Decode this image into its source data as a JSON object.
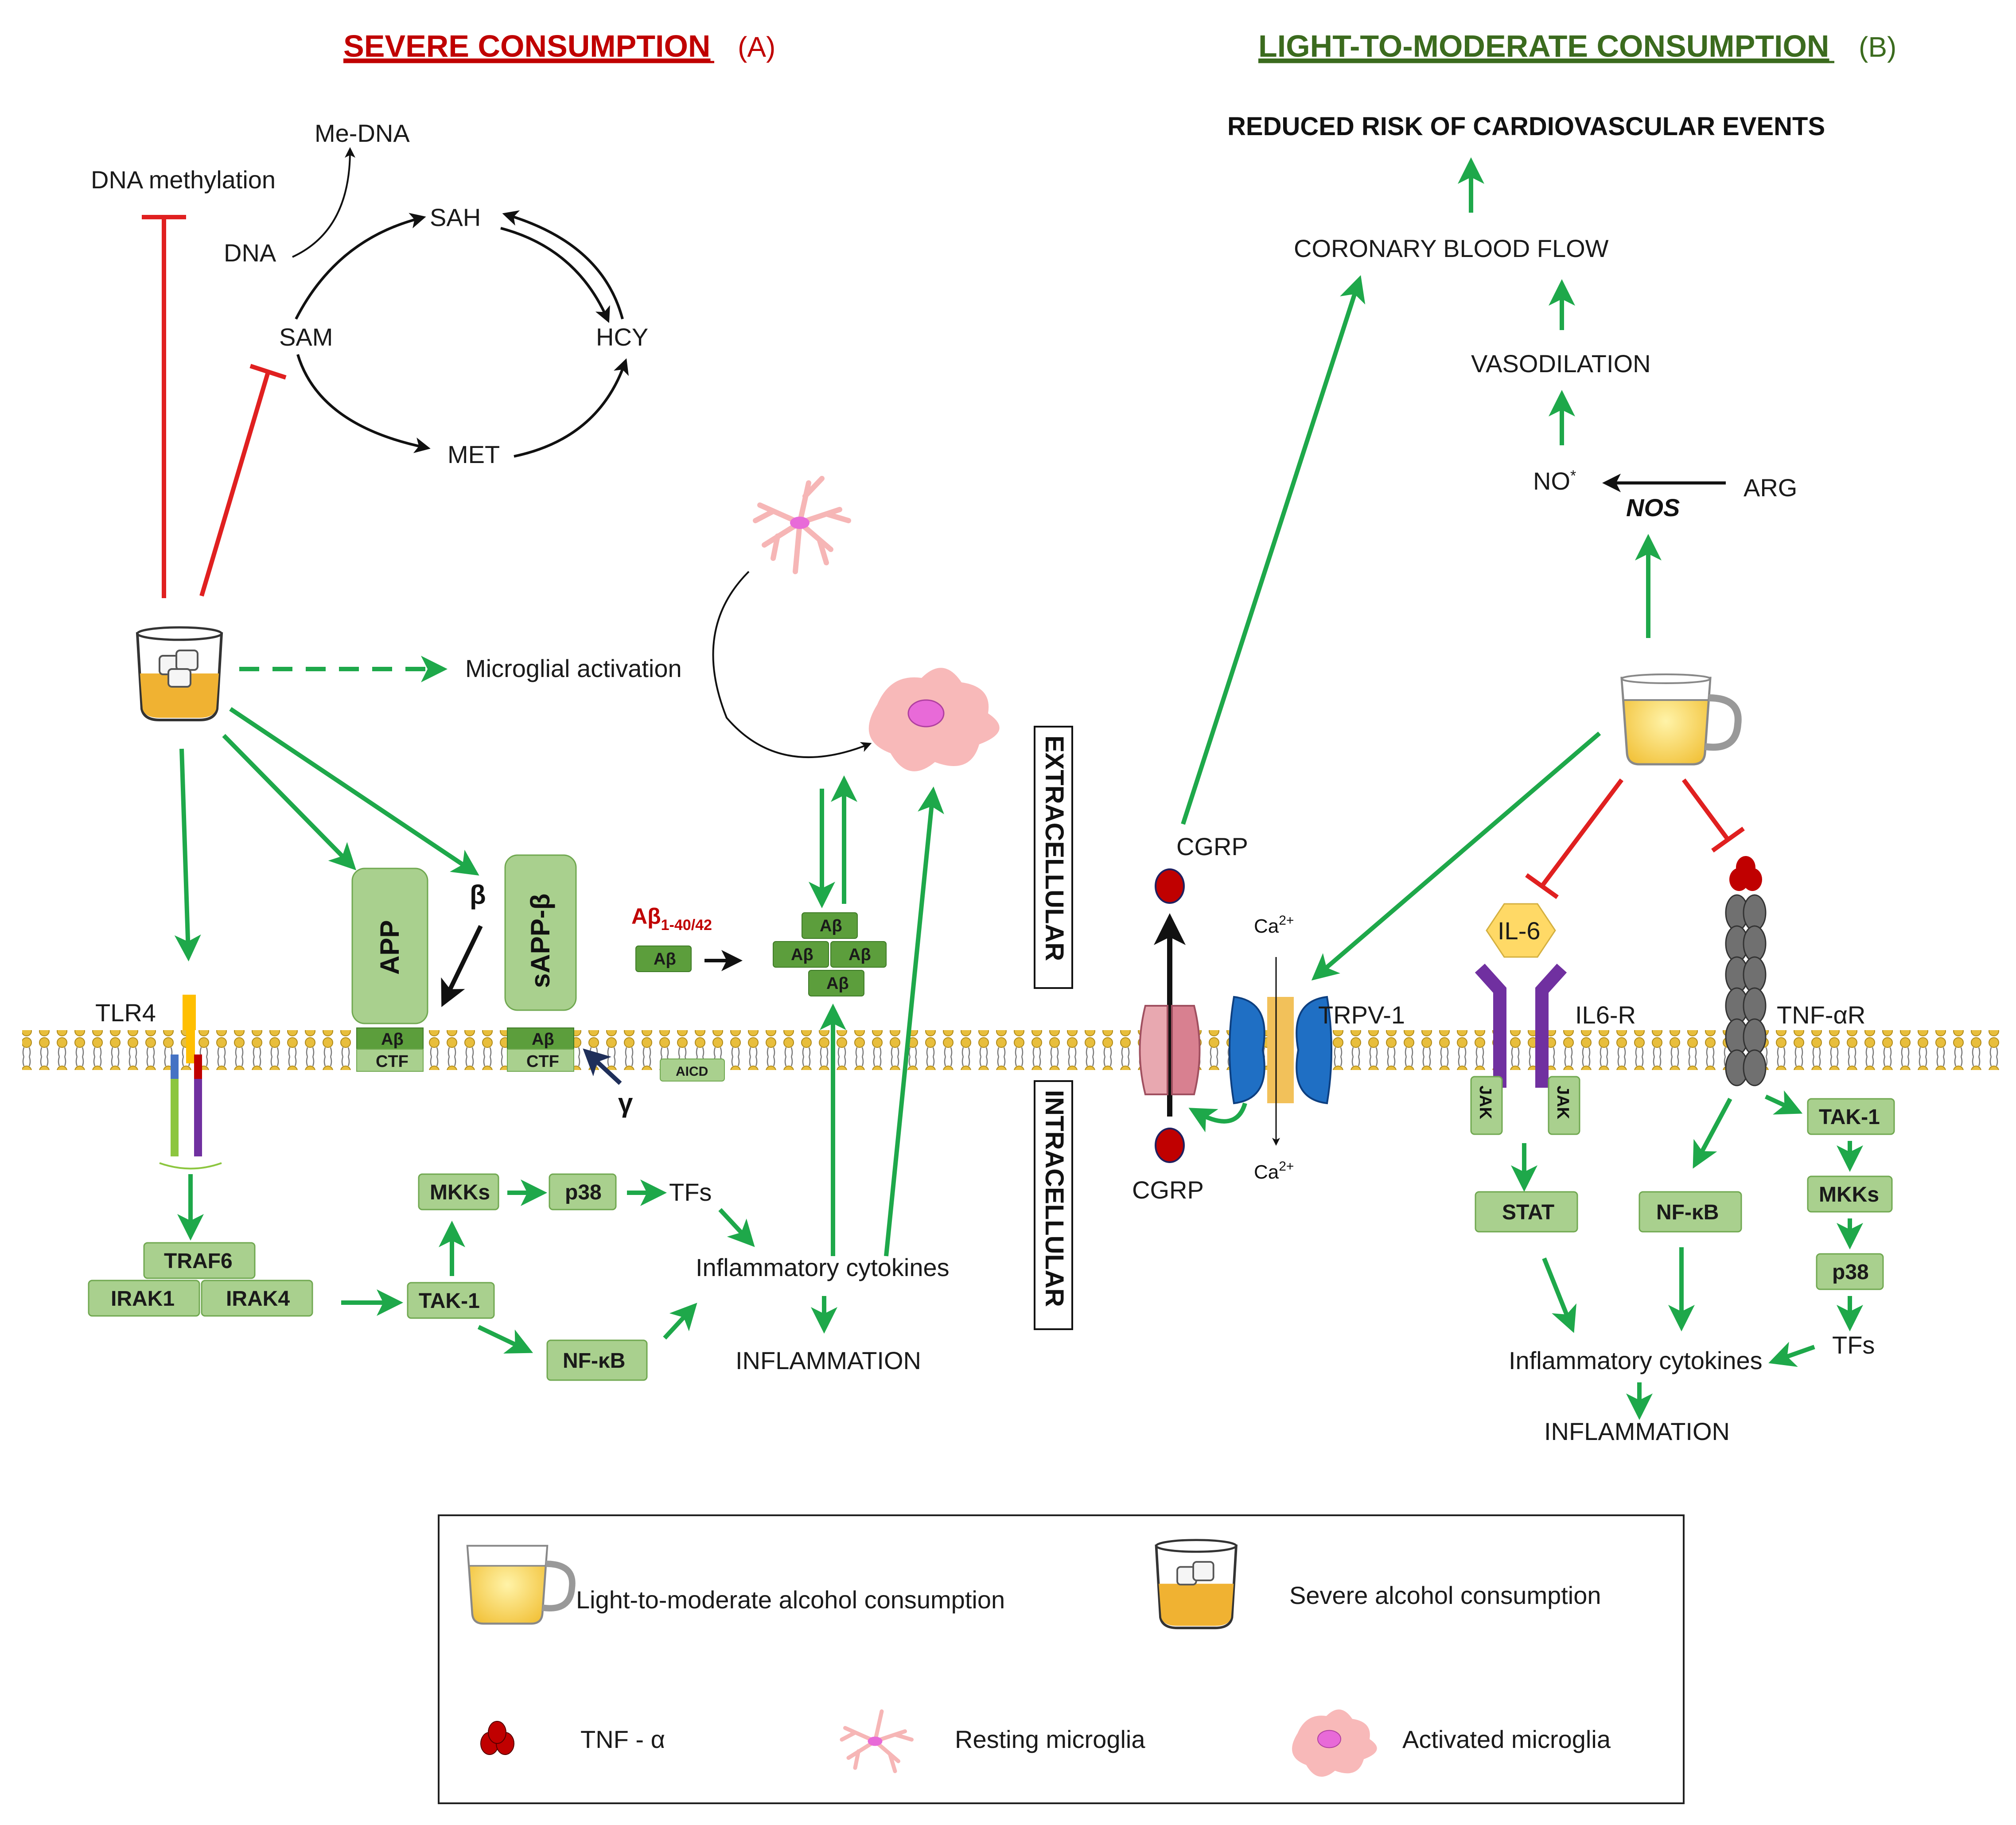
{
  "headers": {
    "severe_title": "SEVERE CONSUMPTION",
    "severe_tag": "(A)",
    "light_title": "LIGHT-TO-MODERATE CONSUMPTION",
    "light_tag": "(B)"
  },
  "methylation": {
    "dna_methylation": "DNA methylation",
    "me_dna": "Me-DNA",
    "dna": "DNA",
    "sah": "SAH",
    "sam": "SAM",
    "hcy": "HCY",
    "met": "MET"
  },
  "severe": {
    "microglial_activation": "Microglial activation",
    "tlr4": "TLR4",
    "app": "APP",
    "beta": "β",
    "sapp_beta": "sAPP-β",
    "ab": "Aβ",
    "ctf": "CTF",
    "gamma": "γ",
    "aicd": "AICD",
    "ab_species_main": "Aβ",
    "ab_species_sub": "1-40/42",
    "traf6": "TRAF6",
    "irak1": "IRAK1",
    "irak4": "IRAK4",
    "tak1": "TAK-1",
    "mkks": "MKKs",
    "p38": "p38",
    "tfs": "TFs",
    "nfkb": "NF-κB",
    "inflammatory_cytokines": "Inflammatory cytokines",
    "inflammation": "INFLAMMATION"
  },
  "compartments": {
    "extracellular": "EXTRACELLULAR",
    "intracellular": "INTRACELLULAR"
  },
  "light": {
    "reduced_risk": "REDUCED RISK OF CARDIOVASCULAR EVENTS",
    "coronary_flow": "CORONARY BLOOD FLOW",
    "vasodilation": "VASODILATION",
    "no": "NO",
    "no_sup": "*",
    "arg": "ARG",
    "nos": "NOS",
    "cgrp_top": "CGRP",
    "cgrp_bottom": "CGRP",
    "ca": "Ca",
    "ca_sup": "2+",
    "trpv1": "TRPV-1",
    "il6": "IL-6",
    "il6r": "IL6-R",
    "jak": "JAK",
    "stat": "STAT",
    "tnfar": "TNF-αR",
    "nfkb": "NF-κB",
    "tak1": "TAK-1",
    "mkks": "MKKs",
    "p38": "p38",
    "tfs": "TFs",
    "inflammatory_cytokines": "Inflammatory cytokines",
    "inflammation": "INFLAMMATION"
  },
  "legend": {
    "light_consumption": "Light-to-moderate alcohol consumption",
    "severe_consumption": "Severe alcohol consumption",
    "tnf_alpha": "TNF - α",
    "resting_microglia": "Resting microglia",
    "activated_microglia": "Activated microglia"
  },
  "colors": {
    "activation": "#1ea84a",
    "inhibition": "#e02020",
    "box_fill": "#a9d08e",
    "box_stroke": "#70a850",
    "ab_fill": "#5c9e3c",
    "severe_red": "#c00000",
    "light_green": "#3b6b1e",
    "membrane": "#e0b83a"
  }
}
